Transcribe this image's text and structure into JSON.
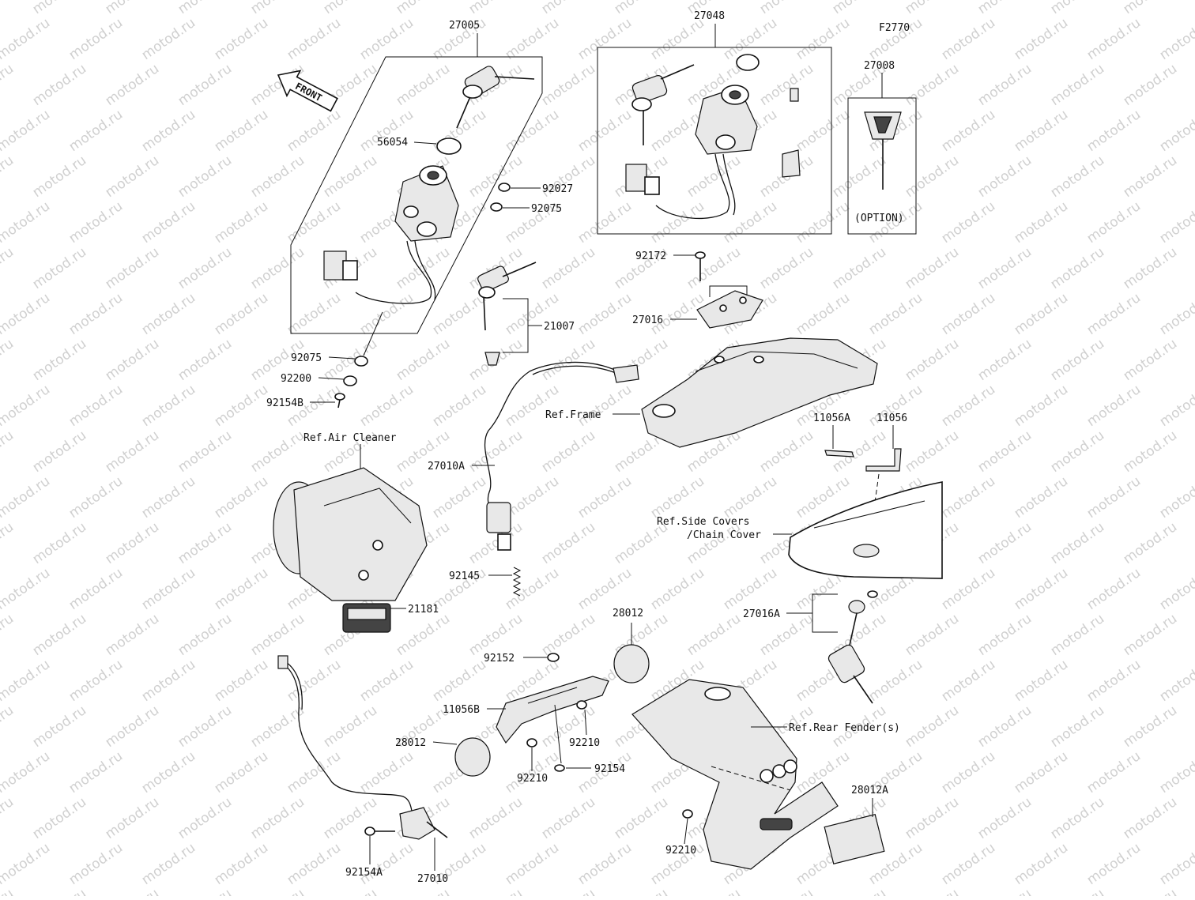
{
  "diagram_code": "F2770",
  "watermark": "motod.ru",
  "front_arrow": "FRONT",
  "option_label": "(OPTION)",
  "labels": {
    "p27005": "27005",
    "p27048": "27048",
    "p27008": "27008",
    "p56054": "56054",
    "p92027": "92027",
    "p92075a": "92075",
    "p92075b": "92075",
    "p92200": "92200",
    "p92154b": "92154B",
    "p21007": "21007",
    "p92172": "92172",
    "p27016": "27016",
    "ref_frame": "Ref.Frame",
    "p11056a": "11056A",
    "p11056": "11056",
    "ref_air_cleaner": "Ref.Air Cleaner",
    "p27010a": "27010A",
    "ref_side_covers_1": "Ref.Side Covers",
    "ref_side_covers_2": "/Chain Cover",
    "p92145": "92145",
    "p27016a": "27016A",
    "p21181": "21181",
    "p28012a": "28012",
    "p92152": "92152",
    "p11056b": "11056B",
    "p28012b": "28012",
    "p92210a": "92210",
    "p92210b": "92210",
    "p92154": "92154",
    "ref_rear_fender": "Ref.Rear Fender(s)",
    "p28012A": "28012A",
    "p92210c": "92210",
    "p92154a": "92154A",
    "p27010": "27010"
  }
}
